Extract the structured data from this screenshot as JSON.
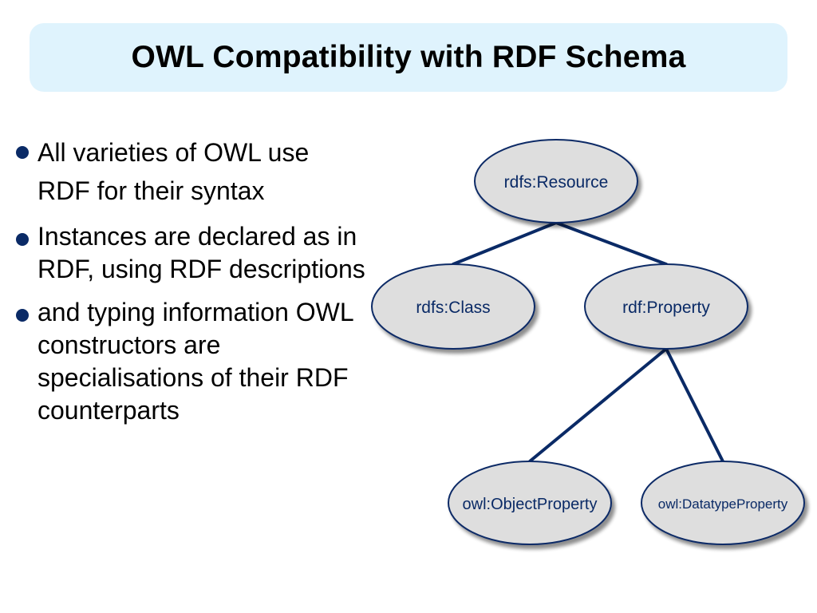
{
  "title": "OWL Compatibility with RDF Schema",
  "bullets": [
    "All varieties of OWL use RDF for their syntax",
    "Instances are declared as in RDF, using RDF descriptions",
    "and typing information OWL constructors are specialisations of their RDF counterparts"
  ],
  "diagram": {
    "nodes": {
      "resource": "rdfs:Resource",
      "class": "rdfs:Class",
      "property": "rdf:Property",
      "object_property": "owl:ObjectProperty",
      "datatype_property": "owl:DatatypeProperty"
    },
    "edges": [
      [
        "resource",
        "class"
      ],
      [
        "resource",
        "property"
      ],
      [
        "property",
        "object_property"
      ],
      [
        "property",
        "datatype_property"
      ]
    ]
  },
  "colors": {
    "title_bg": "#dff3fd",
    "node_fill": "#dedede",
    "node_stroke": "#0a2a66",
    "edge": "#0a2a66",
    "text_accent": "#0a2a66"
  }
}
